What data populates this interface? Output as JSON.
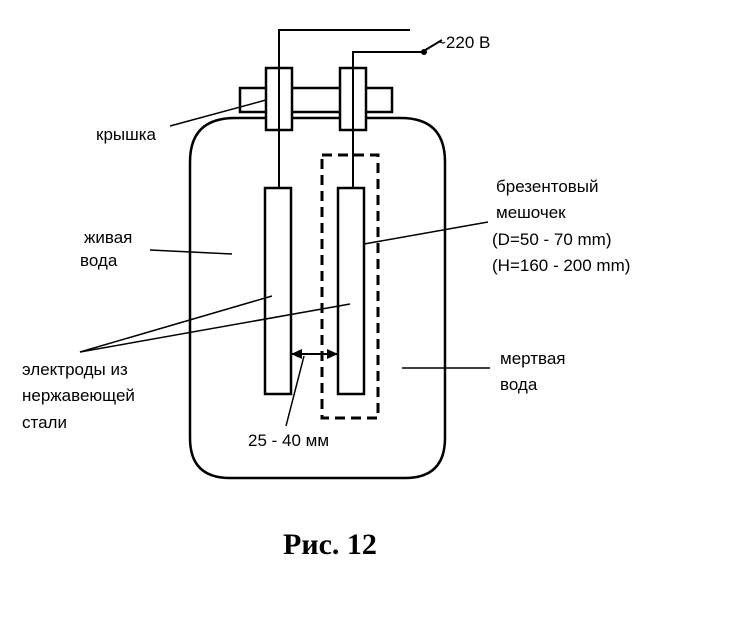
{
  "labels": {
    "voltage": "~220 В",
    "lid": "крышка",
    "living_water": [
      "живая",
      "вода"
    ],
    "bag": [
      "брезентовый",
      "мешочек",
      "(D=50 - 70 mm)",
      "(H=160 - 200 mm)"
    ],
    "electrodes": [
      "электроды из",
      "нержавеющей",
      "стали"
    ],
    "dead_water": [
      "мертвая",
      "вода"
    ],
    "gap": "25 - 40 мм"
  },
  "caption": "Рис. 12",
  "colors": {
    "ink": "#000000",
    "background": "#ffffff"
  }
}
